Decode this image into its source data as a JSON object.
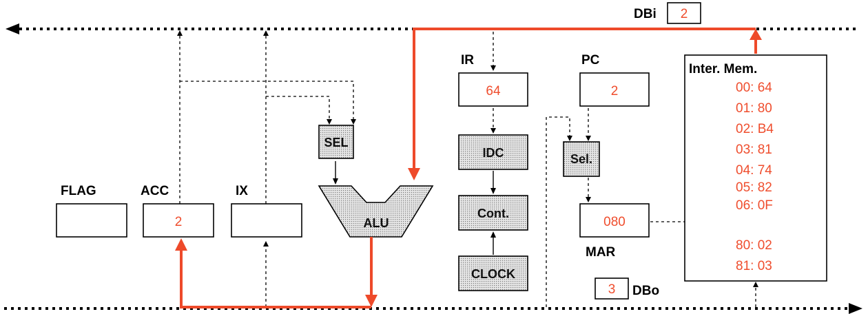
{
  "buses": {
    "input_label": "DBi",
    "input_value": "2",
    "output_label": "DBo",
    "output_value": "3"
  },
  "registers": {
    "flag": {
      "label": "FLAG",
      "value": ""
    },
    "acc": {
      "label": "ACC",
      "value": "2"
    },
    "ix": {
      "label": "IX",
      "value": ""
    },
    "ir": {
      "label": "IR",
      "value": "64"
    },
    "pc": {
      "label": "PC",
      "value": "2"
    },
    "mar": {
      "label": "MAR",
      "value": "080"
    }
  },
  "units": {
    "sel": "SEL",
    "alu": "ALU",
    "idc": "IDC",
    "cont": "Cont.",
    "clock": "CLOCK",
    "mem_sel": "Sel."
  },
  "memory": {
    "title": "Inter. Mem.",
    "rows": [
      "00: 64",
      "01: 80",
      "02: B4",
      "03: 81",
      "04: 74",
      "05: 82",
      "06: 0F",
      "",
      "80: 02",
      "81: 03"
    ]
  },
  "colors": {
    "active_flow": "#ee4a2a",
    "value_text": "#ef4d2d",
    "unit_fill": "#c8c8c8"
  }
}
